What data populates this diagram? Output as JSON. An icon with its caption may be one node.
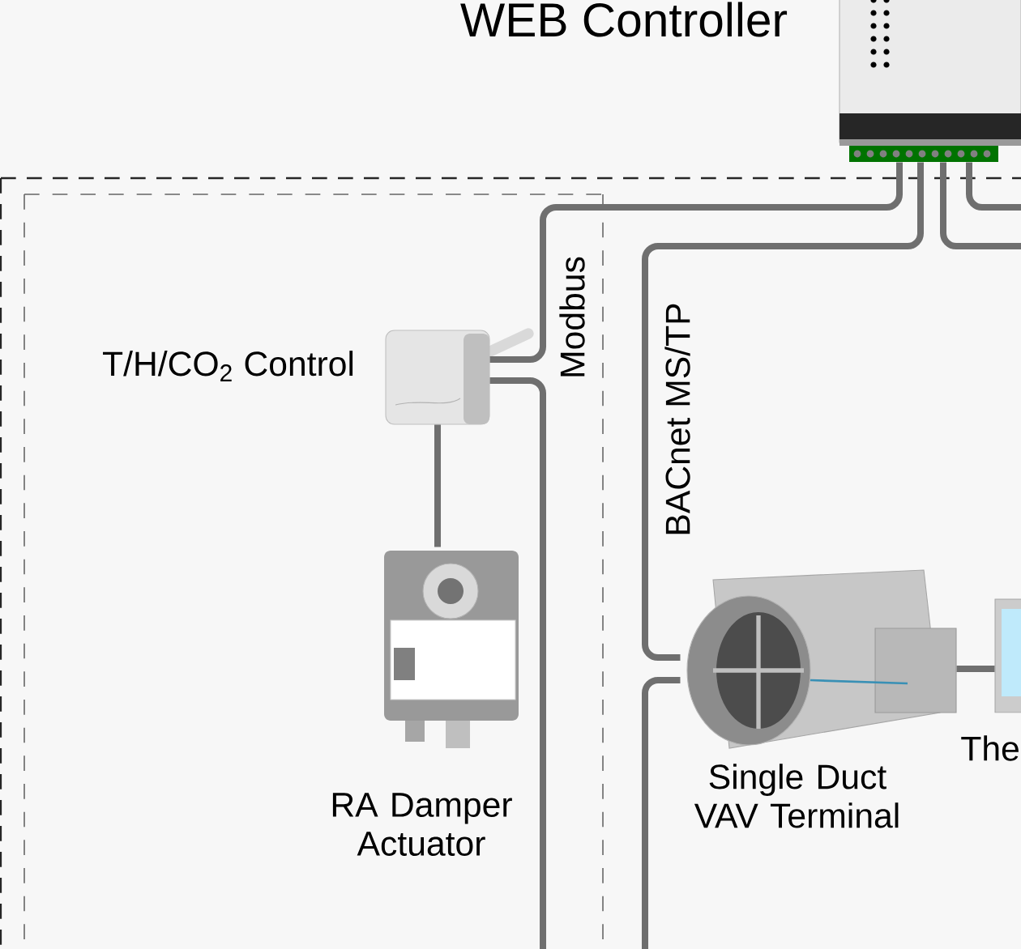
{
  "diagram": {
    "nodes": [
      {
        "text": [
          "WEB Controller"
        ]
      },
      {
        "text": [],
        "shape": "box"
      },
      {
        "text": [],
        "shape": "box",
        "in": 1
      },
      {
        "text": [
          "T/H/CO$_{2}$ Control"
        ],
        "in": 2
      },
      {
        "text": [
          "RA Damper Actuator"
        ],
        "in": 2
      },
      {
        "text": [
          "Single Duct VAV Terminal"
        ],
        "in": 1
      },
      {
        "text": [
          "The"
        ],
        "in": 1
      }
    ],
    "edges": [
      {
        "from": 0,
        "to": 3,
        "arrow": "none",
        "label": "Modbus"
      },
      {
        "from": 3,
        "to": null,
        "arrow": "none"
      },
      {
        "from": 3,
        "to": 4,
        "arrow": "none"
      },
      {
        "from": 0,
        "to": 5,
        "arrow": "none",
        "label": "BACnet MS/TP"
      },
      {
        "from": 5,
        "to": null,
        "arrow": "none"
      },
      {
        "from": 0,
        "to": 1,
        "arrow": "none"
      },
      {
        "from": 0,
        "to": 1,
        "arrow": "none"
      },
      {
        "from": 5,
        "to": 6,
        "arrow": "none"
      }
    ]
  }
}
